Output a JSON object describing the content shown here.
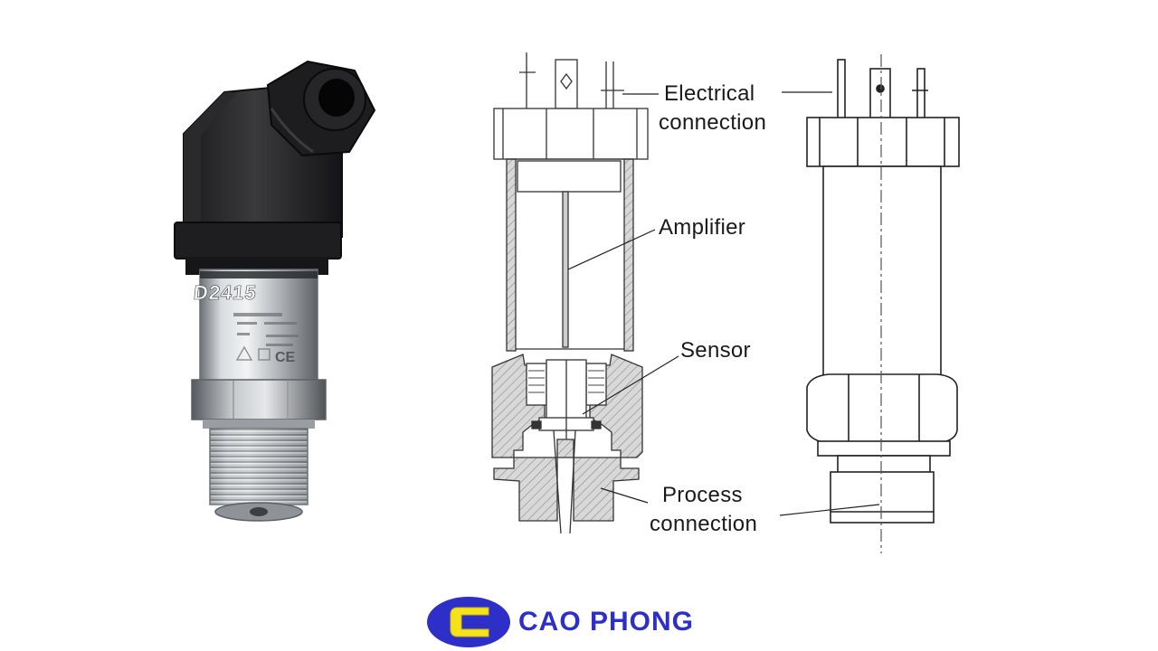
{
  "product": {
    "model": "D2415"
  },
  "labels": {
    "electrical_line1": "Electrical",
    "electrical_line2": "connection",
    "amplifier": "Amplifier",
    "sensor": "Sensor",
    "process_line1": "Process",
    "process_line2": "connection"
  },
  "brand": {
    "name": "CAO PHONG",
    "logo_letter": "C",
    "colors": {
      "primary": "#2e2fc8",
      "accent": "#f5e21a"
    }
  },
  "icons": {
    "logo": "cao-phong-logo-icon",
    "ce_mark": "ce-mark-icon"
  }
}
